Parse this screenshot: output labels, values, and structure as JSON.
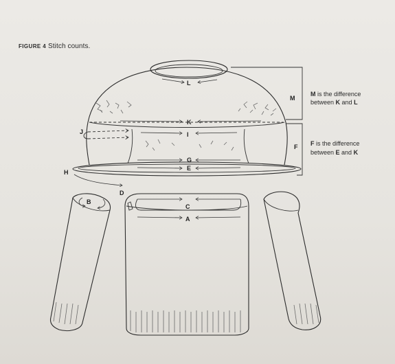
{
  "caption": {
    "figure_label": "FIGURE 4",
    "title": "Stitch counts."
  },
  "labels": {
    "A": "A",
    "B": "B",
    "C": "C",
    "D": "D",
    "E": "E",
    "F": "F",
    "G": "G",
    "H": "H",
    "I": "I",
    "J": "J",
    "K": "K",
    "L": "L",
    "M": "M"
  },
  "notes": {
    "m_note": {
      "bold_letter": "M",
      "line1_rest": " is the difference",
      "line2_prefix": "between ",
      "bold_a": "K",
      "and": " and ",
      "bold_b": "L"
    },
    "f_note": {
      "bold_letter": "F",
      "line1_rest": " is the difference",
      "line2_prefix": "between ",
      "bold_a": "E",
      "and": " and ",
      "bold_b": "K"
    }
  }
}
